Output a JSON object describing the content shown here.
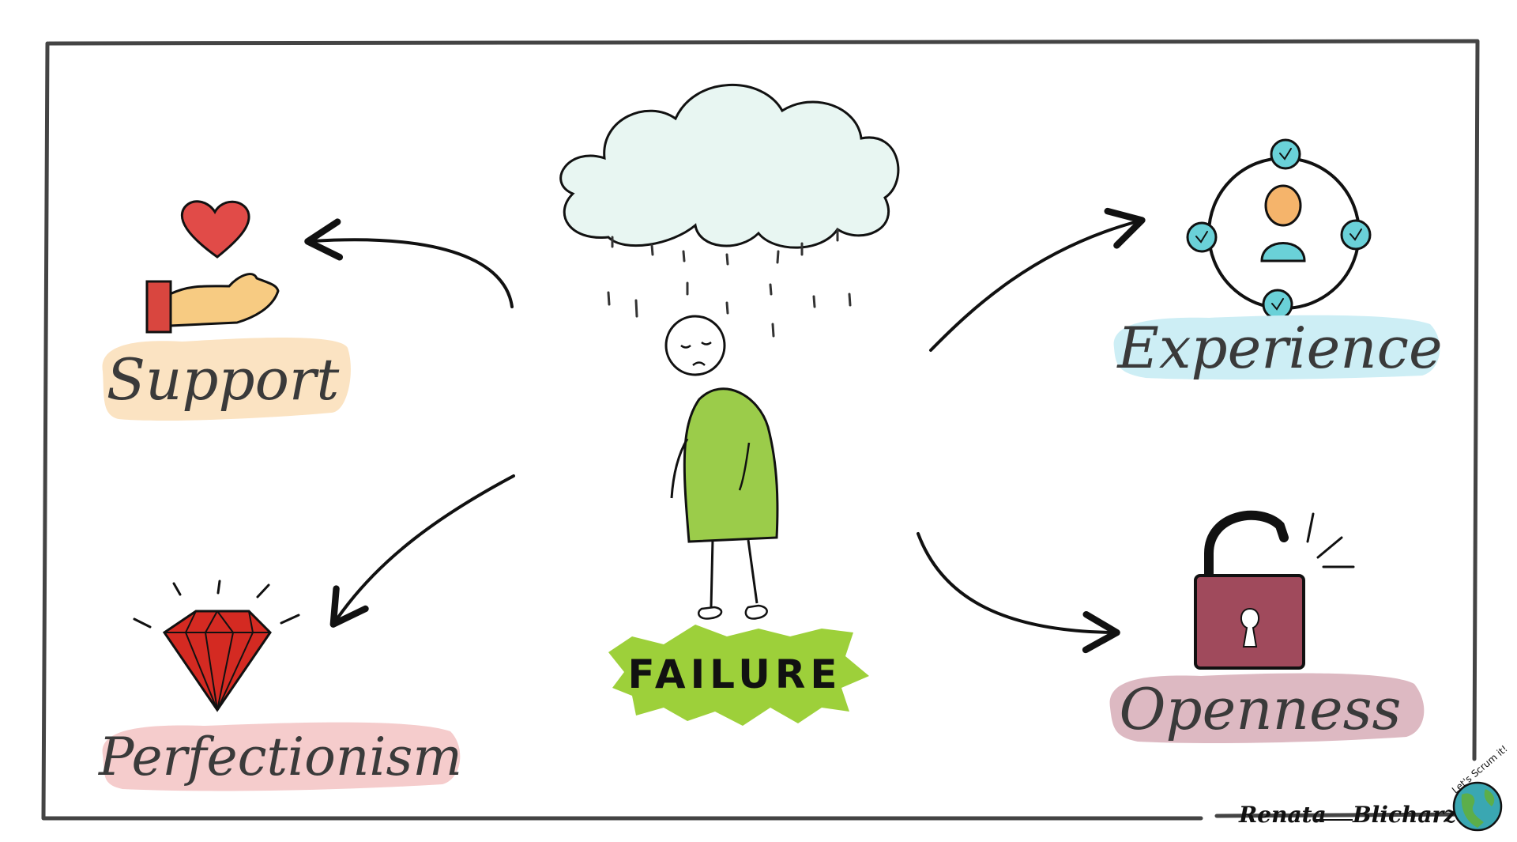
{
  "center": {
    "label": "FAILURE"
  },
  "nodes": [
    {
      "id": "support",
      "label": "Support",
      "highlight": "#fbe3c2"
    },
    {
      "id": "perfectionism",
      "label": "Perfectionism",
      "highlight": "#f5cccc"
    },
    {
      "id": "experience",
      "label": "Experience",
      "highlight": "#cdeef5"
    },
    {
      "id": "openness",
      "label": "Openness",
      "highlight": "#ddb9c2"
    }
  ],
  "signature": {
    "author_first": "Renata",
    "author_last": "Blicharz",
    "badge": "Let's Scrum it!"
  },
  "colors": {
    "frame": "#444444",
    "cloud": "#e8f6f2",
    "figure_body": "#9bcc4a",
    "failure_burst": "#9dd03a",
    "heart": "#e14b48",
    "hand": "#f7cb82",
    "cuff": "#d9463f",
    "gem": "#d42a22",
    "lock_body": "#a04a5c",
    "experience_accent": "#6ad1d8",
    "person_head": "#f5b46b"
  },
  "icons": [
    "cloud-icon",
    "heart-hand-icon",
    "gem-icon",
    "network-person-icon",
    "unlocked-padlock-icon",
    "globe-icon"
  ]
}
